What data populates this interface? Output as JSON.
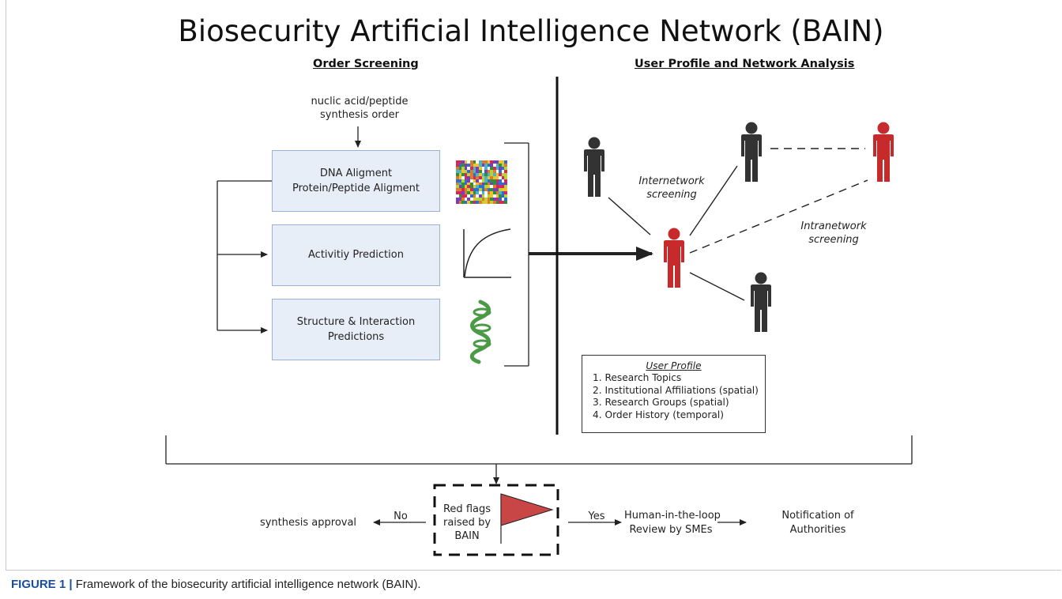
{
  "title": "Biosecurity Artificial Intelligence Network (BAIN)",
  "sections": {
    "left": "Order Screening",
    "right": "User Profile and Network Analysis"
  },
  "order": {
    "line1": "nuclic acid/peptide",
    "line2": "synthesis  order"
  },
  "boxes": [
    {
      "line1": "DNA Aligment",
      "line2": "Protein/Peptide Aligment"
    },
    {
      "line1": "Activitiy Prediction"
    },
    {
      "line1": "Structure & Interaction Predictions"
    }
  ],
  "network": {
    "internetwork": [
      "Internetwork",
      "screening"
    ],
    "intranetwork": [
      "Intranetwork",
      "screening"
    ]
  },
  "profile": {
    "heading": "User Profile",
    "items": [
      "1. Research Topics",
      "2. Institutional Affiliations (spatial)",
      "3. Research Groups (spatial)",
      "4. Order History (temporal)"
    ]
  },
  "decision": {
    "approval": "synthesis approval",
    "no": "No",
    "yes": "Yes",
    "flag_lines": [
      "Red flags",
      "raised by",
      "BAIN"
    ],
    "review": [
      "Human-in-the-",
      "loop",
      "Review by SMEs"
    ],
    "notify": [
      "Notification of",
      "Authorities"
    ]
  },
  "caption": {
    "label": "FIGURE 1 |",
    "text": " Framework of the biosecurity artificial intelligence network (BAIN)."
  },
  "colors": {
    "box_fill": "#e8eef8",
    "box_border": "#9ab2d8",
    "person_dark": "#333333",
    "person_red": "#c62a2a",
    "flag_red": "#c94646",
    "caption_blue": "#1a4e9a",
    "helix_green": "#4a9a46"
  },
  "icons": [
    "person-icon",
    "red-flag-icon",
    "sequence-alignment-icon",
    "saturation-curve-icon",
    "protein-helix-icon"
  ]
}
